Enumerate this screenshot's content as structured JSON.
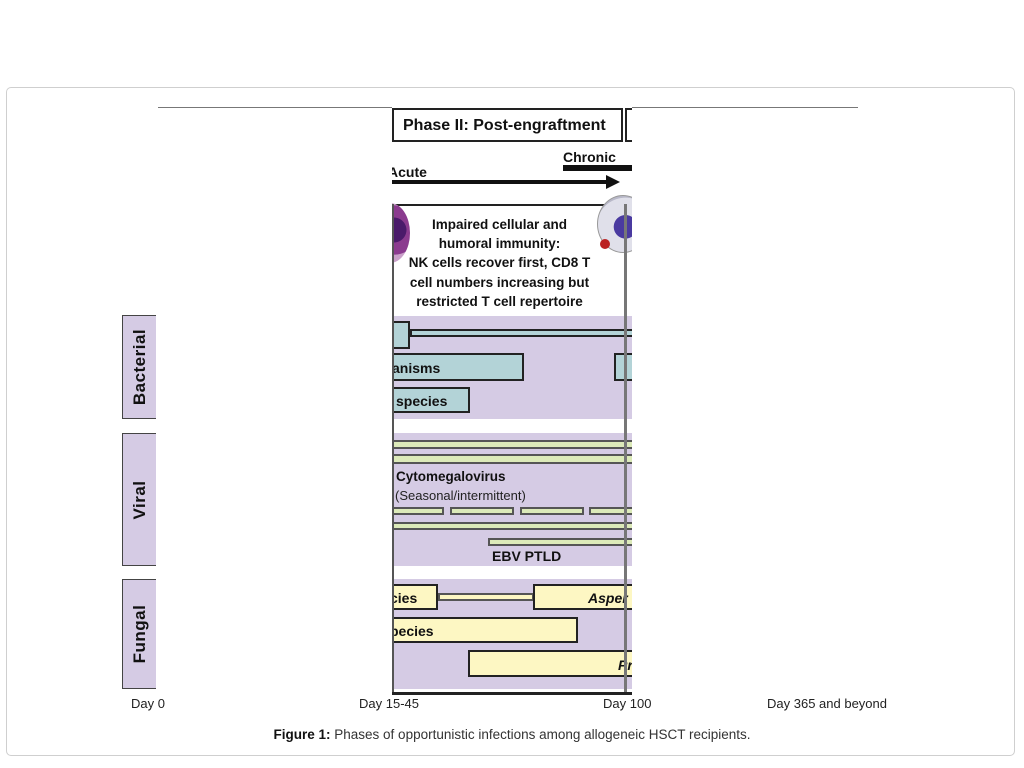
{
  "figure": {
    "phase_title": "Phase II: Post-engraftment",
    "timeline": {
      "acute_label": "Acute",
      "chronic_label": "Chronic"
    },
    "immunity_text": [
      "Impaired cellular and",
      "humoral immunity:",
      "NK cells recover first, CD8 T",
      "cell numbers increasing but",
      "restricted T cell repertoire"
    ],
    "categories": {
      "bacterial": "Bacterial",
      "viral": "Viral",
      "fungal": "Fungal"
    },
    "bacterial_bars": {
      "organisms": "anisms",
      "species": "species"
    },
    "viral_bars": {
      "cmv": "Cytomegalovirus",
      "seasonal": "(Seasonal/intermittent)",
      "ebv": "EBV PTLD"
    },
    "fungal_bars": {
      "bar1": "cies",
      "aspergillus": "Asper",
      "species": "pecies",
      "pneumocystis": "Pr"
    },
    "days": [
      "Day 0",
      "Day 15-45",
      "Day 100",
      "Day 365 and beyond"
    ],
    "caption": {
      "label": "Figure 1:",
      "text": " Phases of opportunistic infections among allogeneic HSCT recipients."
    }
  }
}
